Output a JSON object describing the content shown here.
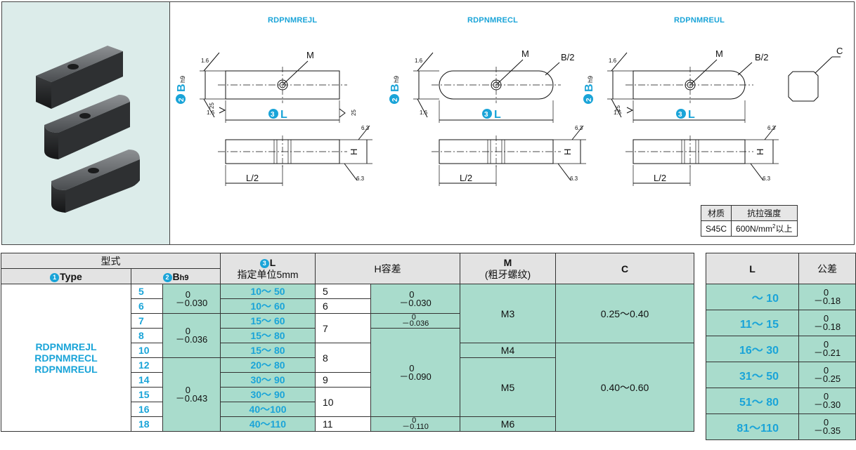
{
  "variants": [
    "RDPNMREJL",
    "RDPNMRECL",
    "RDPNMREUL"
  ],
  "drawing": {
    "label_m": "M",
    "label_b2": "B/2",
    "label_c": "C",
    "label_b": "B",
    "label_b_suffix": "h9",
    "label_l": "L",
    "label_l2": "L/2",
    "label_h": "H",
    "rough_16": "1.6",
    "rough_25": "25",
    "rough_63": "6.3",
    "num_2": "2",
    "num_3": "3"
  },
  "material": {
    "headers": [
      "材质",
      "抗拉强度"
    ],
    "values": [
      "S45C",
      "600N/mm",
      "2",
      "以上"
    ]
  },
  "spec_table": {
    "h_model": "型式",
    "h_type_num": "1",
    "h_type": "Type",
    "h_b_num": "2",
    "h_b": "B",
    "h_b_suffix": "h9",
    "h_l_num": "3",
    "h_l": "L",
    "h_l_sub": "指定单位5mm",
    "h_h": "H容差",
    "h_m": "M",
    "h_m_sub": "(粗牙螺纹)",
    "h_c": "C",
    "types": [
      "RDPNMREJL",
      "RDPNMRECL",
      "RDPNMREUL"
    ],
    "rows": [
      {
        "b": "5",
        "l": "10～ 50",
        "h": "5"
      },
      {
        "b": "6",
        "l": "10～ 60",
        "h": "6"
      },
      {
        "b": "7",
        "l": "15～ 60",
        "h": "7"
      },
      {
        "b": "8",
        "l": "15～ 80",
        "h": ""
      },
      {
        "b": "10",
        "l": "15～ 80",
        "h": "8"
      },
      {
        "b": "12",
        "l": "20～ 80",
        "h": ""
      },
      {
        "b": "14",
        "l": "30～ 90",
        "h": "9"
      },
      {
        "b": "15",
        "l": "30～ 90",
        "h": "10"
      },
      {
        "b": "16",
        "l": "40～100",
        "h": ""
      },
      {
        "b": "18",
        "l": "40～110",
        "h": "11"
      }
    ],
    "b_tol": [
      {
        "up": "0",
        "lo": "－0.030"
      },
      {
        "up": "0",
        "lo": "－0.036"
      },
      {
        "up": "0",
        "lo": "－0.043"
      }
    ],
    "h_tol": [
      {
        "up": "0",
        "lo": "－0.030"
      },
      {
        "up": "0",
        "lo": "－0.036"
      },
      {
        "up": "0",
        "lo": "－0.090"
      },
      {
        "up": "0",
        "lo": "－0.110"
      }
    ],
    "m": [
      "M3",
      "M4",
      "M5",
      "M6"
    ],
    "c": [
      "0.25～0.40",
      "0.40～0.60"
    ]
  },
  "tol_table": {
    "h_l": "L",
    "h_tol": "公差",
    "rows": [
      {
        "l": "～ 10",
        "up": "0",
        "lo": "－0.18"
      },
      {
        "l": "11～ 15",
        "up": "0",
        "lo": "－0.18"
      },
      {
        "l": "16～ 30",
        "up": "0",
        "lo": "－0.21"
      },
      {
        "l": "31～ 50",
        "up": "0",
        "lo": "－0.25"
      },
      {
        "l": "51～ 80",
        "up": "0",
        "lo": "－0.30"
      },
      {
        "l": "81～110",
        "up": "0",
        "lo": "－0.35"
      }
    ]
  }
}
